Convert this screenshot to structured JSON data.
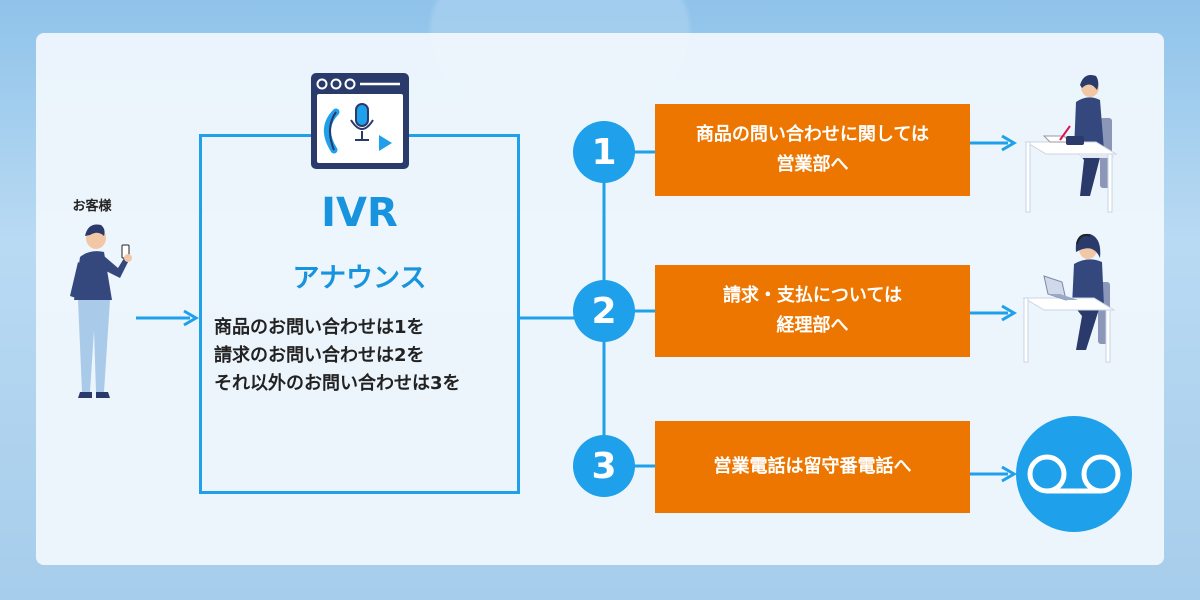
{
  "customer": {
    "label": "お客様"
  },
  "ivr": {
    "title": "IVR",
    "subtitle": "アナウンス",
    "lines": [
      "商品のお問い合わせは1を",
      "請求のお問い合わせは2を",
      "それ以外のお問い合わせは3を"
    ]
  },
  "options": [
    {
      "number": "1",
      "line1": "商品の問い合わせに関しては",
      "line2": "営業部へ",
      "destination": "sales-desk"
    },
    {
      "number": "2",
      "line1": "請求・支払については",
      "line2": "経理部へ",
      "destination": "accounting-desk"
    },
    {
      "number": "3",
      "line1": "営業電話は留守番電話へ",
      "line2": "",
      "destination": "voicemail"
    }
  ],
  "colors": {
    "accent_blue": "#1ea0ea",
    "orange": "#ec7600",
    "navy": "#2a3a6b",
    "panel": "#f1f8fd"
  },
  "icons": {
    "customer": "person-with-phone-icon",
    "ivr": "ivr-window-phone-mic-icon",
    "sales": "operator-at-desk-icon",
    "accounting": "operator-with-laptop-icon",
    "voicemail": "voicemail-icon"
  }
}
